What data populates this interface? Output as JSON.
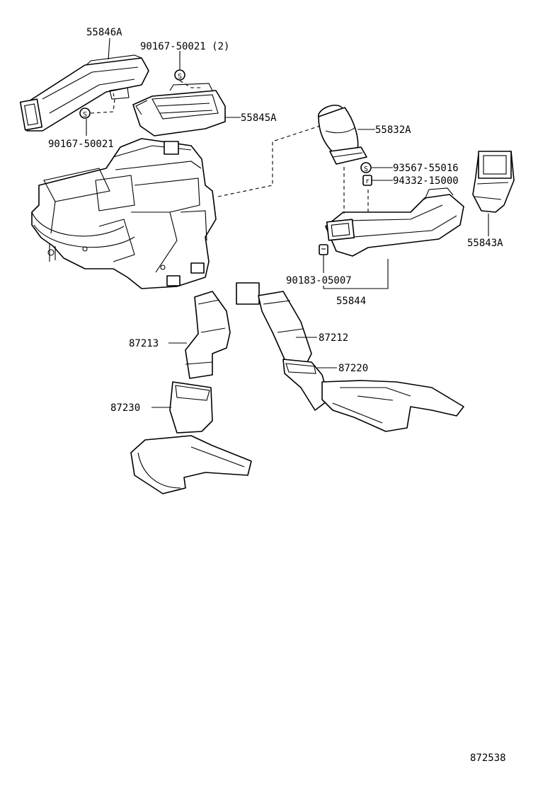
{
  "parts": [
    {
      "key": "p55846a",
      "number": "55846A"
    },
    {
      "key": "p90167_2",
      "number": "90167-50021 (2)"
    },
    {
      "key": "p55845a",
      "number": "55845A"
    },
    {
      "key": "p90167",
      "number": "90167-50021"
    },
    {
      "key": "p55832a",
      "number": "55832A"
    },
    {
      "key": "p93567",
      "number": "93567-55016"
    },
    {
      "key": "p94332",
      "number": "94332-15000"
    },
    {
      "key": "p55843a",
      "number": "55843A"
    },
    {
      "key": "p90183",
      "number": "90183-05007"
    },
    {
      "key": "p55844",
      "number": "55844"
    },
    {
      "key": "p87213",
      "number": "87213"
    },
    {
      "key": "p87212",
      "number": "87212"
    },
    {
      "key": "p87220",
      "number": "87220"
    },
    {
      "key": "p87230",
      "number": "87230"
    }
  ],
  "symbols": {
    "screw": "S",
    "clip": "r"
  },
  "diagram_id": "872538"
}
